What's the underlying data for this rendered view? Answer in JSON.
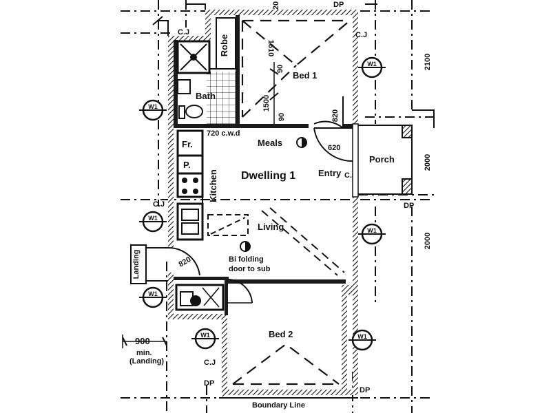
{
  "labels": {
    "robe": "Robe",
    "dim_1610": "1610",
    "dim_1500": "1500",
    "bed1": "Bed 1",
    "bath": "Bath",
    "cwd": "720 c.w.d",
    "meals": "Meals",
    "fr": "Fr.",
    "p": "P.",
    "kitchen": "Kitchen",
    "dwelling": "Dwelling 1",
    "entry": "Entry",
    "door_620": "620",
    "door_820": "820",
    "door_820b": "820",
    "porch": "Porch",
    "living": "Living",
    "landing": "Landing",
    "folding_1": "Bi folding",
    "folding_2": "door to sub",
    "bed2": "Bed 2",
    "dim_900": "900",
    "min": "min.",
    "landing_paren": "(Landing)",
    "boundary": "Boundary Line",
    "cj_1": "C.J",
    "cj_2": "C.J",
    "cj_3": "C.J",
    "cj_4": "C.J",
    "cj_5": "C.J",
    "dp_1": "DP",
    "dp_2": "DP",
    "dp_3": "DP",
    "dp_top": "DP",
    "dim_top": "20",
    "dim_90": "90",
    "dim_90b": "90",
    "dim_right_1": "2100",
    "dim_right_2": "2000",
    "dim_right_3": "2000"
  },
  "markers": [
    {
      "id": "marker-bed1-right",
      "code": "W1"
    },
    {
      "id": "marker-bath-left",
      "code": "W1"
    },
    {
      "id": "marker-kitchen-left",
      "code": "W1"
    },
    {
      "id": "marker-landing-left",
      "code": "W1"
    },
    {
      "id": "marker-living-right",
      "code": "W1"
    },
    {
      "id": "marker-bed2-left",
      "code": "W1"
    },
    {
      "id": "marker-bed2-right",
      "code": "W1"
    }
  ]
}
